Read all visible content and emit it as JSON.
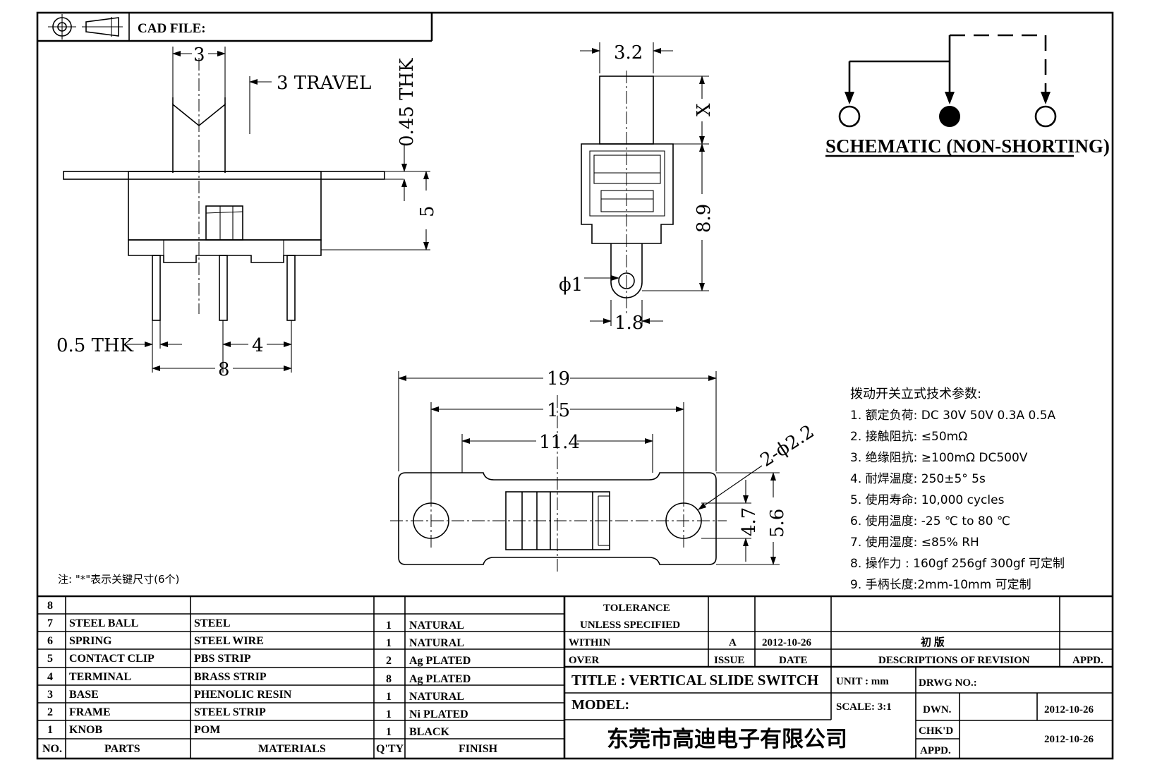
{
  "header": {
    "cad_file_label": "CAD FILE:"
  },
  "dims": {
    "knob_width": "3",
    "travel": "3 TRAVEL",
    "frame_thk": "0.45 THK",
    "height_5": "5",
    "pin_thk": "0.5 THK",
    "pin_pitch": "4",
    "pin_span": "8",
    "side_top": "3.2",
    "side_x": "X",
    "side_height": "8.9",
    "side_hole": "ϕ1",
    "side_pin": "1.8",
    "len_19": "19",
    "len_15": "15",
    "len_11_4": "11.4",
    "holes": "2-ϕ2.2",
    "h_4_7": "4.7",
    "h_5_6": "5.6"
  },
  "schematic": {
    "label": "SCHEMATIC (NON-SHORTING)"
  },
  "specs": {
    "heading": "拨动开关立式技术参数:",
    "items": [
      "1.  额定负荷: DC 30V    50V    0.3A    0.5A",
      "2.  接触阻抗:  ≤50mΩ",
      "3.  绝缘阻抗:  ≥100mΩ   DC500V",
      "4.  耐焊温度: 250±5°  5s",
      "5.  使用寿命: 10,000 cycles",
      "6.  使用温度: -25 ℃  to 80 ℃",
      "7.  使用湿度:  ≤85% RH",
      "8.  操作力 : 160gf    256gf    300gf  可定制",
      "9.  手柄长度:2mm-10mm   可定制"
    ]
  },
  "note": "注: \"*\"表示关键尺寸(6个)",
  "bom": {
    "rows": [
      {
        "no": "8",
        "part": "",
        "material": "",
        "qty": "",
        "finish": ""
      },
      {
        "no": "7",
        "part": "STEEL BALL",
        "material": "STEEL",
        "qty": "1",
        "finish": "NATURAL"
      },
      {
        "no": "6",
        "part": "SPRING",
        "material": "STEEL WIRE",
        "qty": "1",
        "finish": "NATURAL"
      },
      {
        "no": "5",
        "part": "CONTACT CLIP",
        "material": "PBS STRIP",
        "qty": "2",
        "finish": "Ag PLATED"
      },
      {
        "no": "4",
        "part": "TERMINAL",
        "material": "BRASS STRIP",
        "qty": "8",
        "finish": "Ag PLATED"
      },
      {
        "no": "3",
        "part": "BASE",
        "material": "PHENOLIC RESIN",
        "qty": "1",
        "finish": "NATURAL"
      },
      {
        "no": "2",
        "part": "FRAME",
        "material": "STEEL STRIP",
        "qty": "1",
        "finish": "Ni PLATED"
      },
      {
        "no": "1",
        "part": "KNOB",
        "material": "POM",
        "qty": "1",
        "finish": "BLACK"
      }
    ],
    "headers": {
      "no": "NO.",
      "parts": "PARTS",
      "materials": "MATERIALS",
      "qty": "Q'TY",
      "finish": "FINISH"
    }
  },
  "title_block": {
    "tolerance": "TOLERANCE",
    "unless_specified": "UNLESS  SPECIFIED",
    "within": "WITHIN",
    "over": "OVER",
    "issue_value": "A",
    "date_value": "2012-10-26",
    "revision_value": "初  版",
    "issue_label": "ISSUE",
    "date_label": "DATE",
    "descriptions_label": "DESCRIPTIONS OF REVISION",
    "appd_label": "APPD.",
    "title": "TITLE :  VERTICAL SLIDE SWITCH",
    "unit": "UNIT :  mm",
    "drwg_no": "DRWG NO.:",
    "model": "MODEL:",
    "scale": "SCALE:  3:1",
    "dwn": "DWN.",
    "dwn_date": "2012-10-26",
    "chkd": "CHK'D",
    "chkd_date": "2012-10-26",
    "appd": "APPD.",
    "company": "东莞市高迪电子有限公司"
  }
}
